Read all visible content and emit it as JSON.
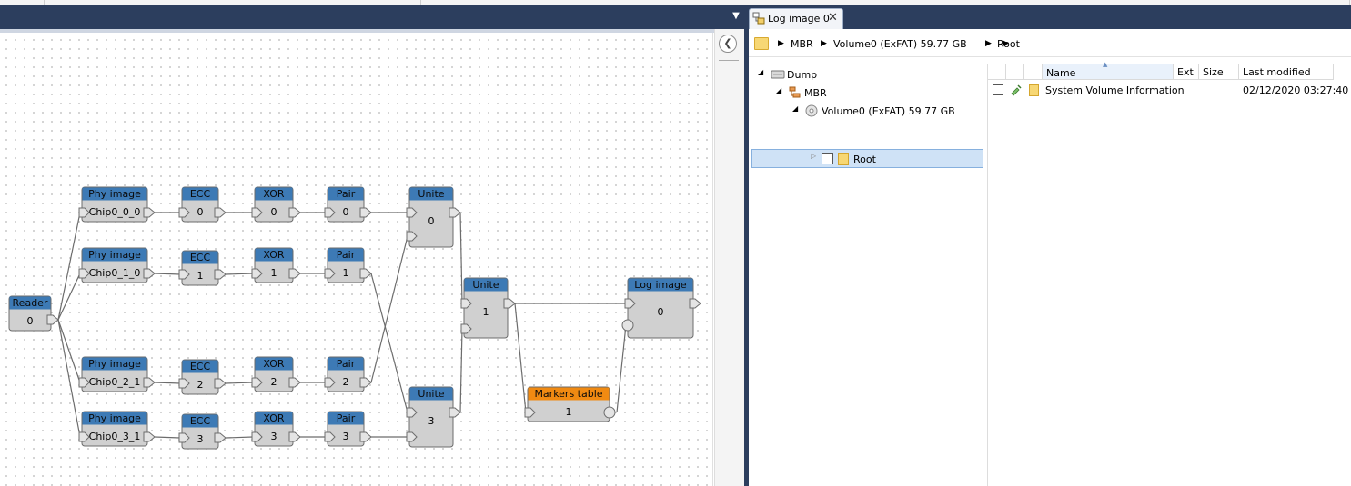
{
  "tab": {
    "label": "Log image 0",
    "close": "✕"
  },
  "breadcrumb": {
    "items": [
      "MBR",
      "Volume0 (ExFAT) 59.77 GB",
      "Root"
    ]
  },
  "tree": {
    "items": [
      {
        "label": "Dump",
        "expander": "◢"
      },
      {
        "label": "MBR",
        "expander": "◢"
      },
      {
        "label": "Volume0 (ExFAT) 59.77 GB",
        "expander": "◢"
      },
      {
        "label": "Root",
        "expander": "▷",
        "selected": true
      }
    ]
  },
  "file_list": {
    "columns": [
      "Name",
      "Ext",
      "Size",
      "Last modified"
    ],
    "sort_indicator": "▲",
    "rows": [
      {
        "name": "System Volume Information",
        "ext": "",
        "size": "",
        "modified": "02/12/2020 03:27:40"
      }
    ]
  },
  "graph": {
    "nodes": [
      {
        "id": "reader",
        "title": "Reader",
        "value": "0",
        "color": "#3d7ab5"
      },
      {
        "id": "phy0",
        "title": "Phy image",
        "value": "Chip0_0_0",
        "color": "#3d7ab5"
      },
      {
        "id": "phy1",
        "title": "Phy image",
        "value": "Chip0_1_0",
        "color": "#3d7ab5"
      },
      {
        "id": "phy2",
        "title": "Phy image",
        "value": "Chip0_2_1",
        "color": "#3d7ab5"
      },
      {
        "id": "phy3",
        "title": "Phy image",
        "value": "Chip0_3_1",
        "color": "#3d7ab5"
      },
      {
        "id": "ecc0",
        "title": "ECC",
        "value": "0",
        "color": "#3d7ab5"
      },
      {
        "id": "ecc1",
        "title": "ECC",
        "value": "1",
        "color": "#3d7ab5"
      },
      {
        "id": "ecc2",
        "title": "ECC",
        "value": "2",
        "color": "#3d7ab5"
      },
      {
        "id": "ecc3",
        "title": "ECC",
        "value": "3",
        "color": "#3d7ab5"
      },
      {
        "id": "xor0",
        "title": "XOR",
        "value": "0",
        "color": "#3d7ab5"
      },
      {
        "id": "xor1",
        "title": "XOR",
        "value": "1",
        "color": "#3d7ab5"
      },
      {
        "id": "xor2",
        "title": "XOR",
        "value": "2",
        "color": "#3d7ab5"
      },
      {
        "id": "xor3",
        "title": "XOR",
        "value": "3",
        "color": "#3d7ab5"
      },
      {
        "id": "pair0",
        "title": "Pair",
        "value": "0",
        "color": "#3d7ab5"
      },
      {
        "id": "pair1",
        "title": "Pair",
        "value": "1",
        "color": "#3d7ab5"
      },
      {
        "id": "pair2",
        "title": "Pair",
        "value": "2",
        "color": "#3d7ab5"
      },
      {
        "id": "pair3",
        "title": "Pair",
        "value": "3",
        "color": "#3d7ab5"
      },
      {
        "id": "unite0",
        "title": "Unite",
        "value": "0",
        "color": "#3d7ab5"
      },
      {
        "id": "unite3",
        "title": "Unite",
        "value": "3",
        "color": "#3d7ab5"
      },
      {
        "id": "unite1",
        "title": "Unite",
        "value": "1",
        "color": "#3d7ab5"
      },
      {
        "id": "markers",
        "title": "Markers table",
        "value": "1",
        "color": "#f08a12"
      },
      {
        "id": "logimage",
        "title": "Log image",
        "value": "0",
        "color": "#3d7ab5"
      }
    ],
    "edges": [
      [
        "reader",
        "phy0"
      ],
      [
        "reader",
        "phy1"
      ],
      [
        "reader",
        "phy2"
      ],
      [
        "reader",
        "phy3"
      ],
      [
        "phy0",
        "ecc0"
      ],
      [
        "phy1",
        "ecc1"
      ],
      [
        "phy2",
        "ecc2"
      ],
      [
        "phy3",
        "ecc3"
      ],
      [
        "ecc0",
        "xor0"
      ],
      [
        "ecc1",
        "xor1"
      ],
      [
        "ecc2",
        "xor2"
      ],
      [
        "ecc3",
        "xor3"
      ],
      [
        "xor0",
        "pair0"
      ],
      [
        "xor1",
        "pair1"
      ],
      [
        "xor2",
        "pair2"
      ],
      [
        "xor3",
        "pair3"
      ],
      [
        "pair0",
        "unite0"
      ],
      [
        "pair2",
        "unite0"
      ],
      [
        "pair1",
        "unite3"
      ],
      [
        "pair3",
        "unite3"
      ],
      [
        "unite0",
        "unite1"
      ],
      [
        "unite3",
        "unite1"
      ],
      [
        "unite1",
        "logimage"
      ],
      [
        "unite1",
        "markers"
      ],
      [
        "markers",
        "logimage"
      ]
    ]
  },
  "colors": {
    "header_bar": "#2c3e5e",
    "node_body": "#d0d0d0",
    "selection": "#cfe2f6"
  }
}
